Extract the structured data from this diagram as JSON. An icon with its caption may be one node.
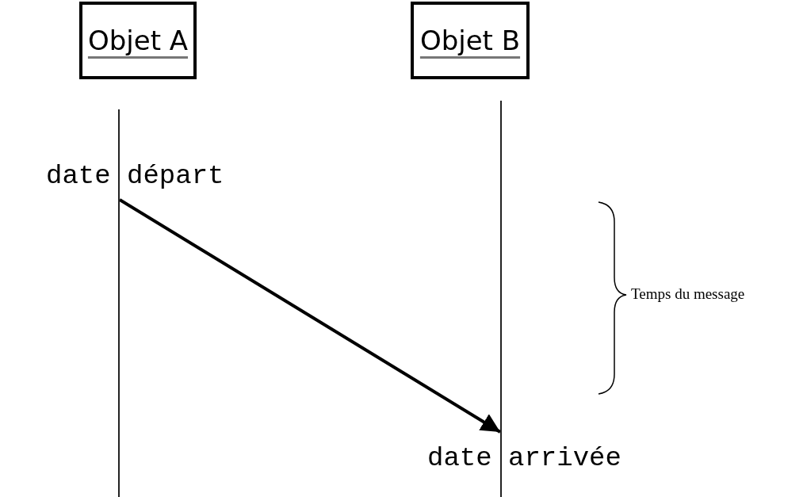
{
  "diagram": {
    "nodes": [
      {
        "text": [
          "Objet A"
        ]
      },
      {
        "text": [
          "Objet B"
        ]
      },
      {
        "text": [],
        "shape": "line"
      },
      {
        "text": [],
        "shape": "line"
      }
    ],
    "edges": [
      {
        "from": 2,
        "to": 3,
        "arrow": "to"
      }
    ],
    "labels": [
      "date départ",
      "date arrivée",
      "Temps du message"
    ]
  }
}
